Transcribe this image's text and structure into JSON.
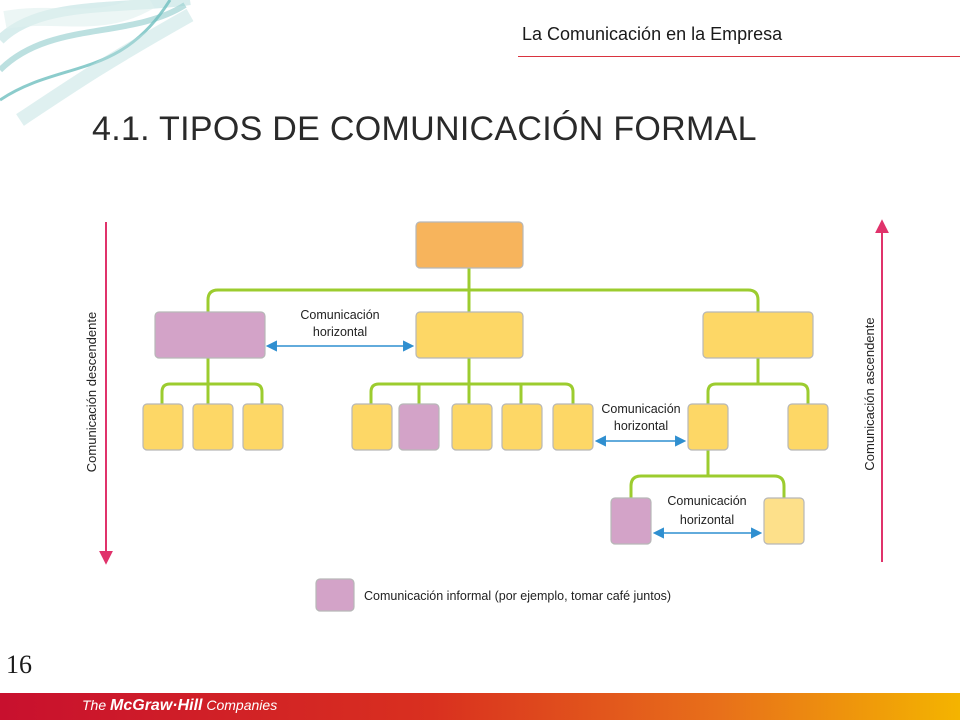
{
  "header": {
    "title": "La Comunicación en la Empresa"
  },
  "slide": {
    "title": "4.1. TIPOS DE COMUNICACIÓN FORMAL",
    "page_number": "16"
  },
  "diagram": {
    "left_axis_label": "Comunicación descendente",
    "right_axis_label": "Comunicación ascendente",
    "horizontal_label_line1": "Comunicación",
    "horizontal_label_line2": "horizontal",
    "legend_label": "Comunicación informal (por ejemplo, tomar café juntos)",
    "colors": {
      "top_node": "#f7b45c",
      "formal_node": "#fdd766",
      "informal_node": "#d3a3c8",
      "connector": "#9ccc2f",
      "horizontal_arrow": "#2f8fd0",
      "vertical_arrow": "#e0336b"
    }
  },
  "footer": {
    "brand_prefix": "The",
    "brand_name": "McGraw·Hill",
    "brand_suffix": "Companies"
  }
}
